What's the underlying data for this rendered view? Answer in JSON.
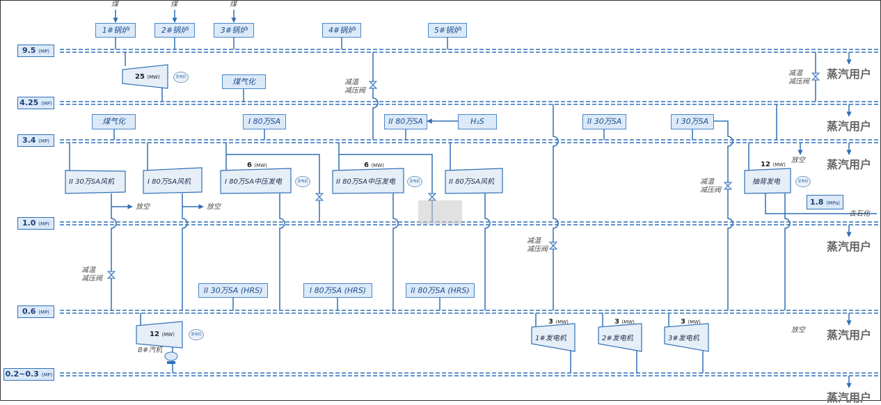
{
  "boilers": [
    {
      "label": "1#锅炉",
      "feed": "煤"
    },
    {
      "label": "2#锅炉",
      "feed": "煤"
    },
    {
      "label": "3#锅炉",
      "feed": "煤"
    },
    {
      "label": "4#锅炉",
      "feed": ""
    },
    {
      "label": "5#锅炉",
      "feed": ""
    }
  ],
  "pressures": [
    "9.5",
    "4.25",
    "3.4",
    "1.0",
    "0.6",
    "0.2~0.3"
  ],
  "unit_mp": "(MP)",
  "steam_user": "蒸汽用户",
  "equipment": {
    "coal_gas_1": "煤气化",
    "coal_gas_2": "煤气化",
    "sa_80_1": "I 80万SA",
    "sa_80_2": "II 80万SA",
    "h2s": "H₂S",
    "sa_30_2": "II 30万SA",
    "sa_30_1": "I 30万SA",
    "hrs_1": "II 30万SA (HRS)",
    "hrs_2": "I 80万SA (HRS)",
    "hrs_3": "II 80万SA (HRS)",
    "mpa_value": "1.8",
    "mpa_unit": "(MPa)"
  },
  "turbines": {
    "t25": {
      "value": "25",
      "unit": "(MW)"
    },
    "fan1": {
      "label": "II 30万SA风机"
    },
    "fan2": {
      "label": "I 80万SA风机"
    },
    "mid1": {
      "label": "I 80万SA中压发电",
      "value": "6",
      "unit": "(MW)"
    },
    "mid2": {
      "label": "II 80万SA中压发电",
      "value": "6",
      "unit": "(MW)"
    },
    "fan3": {
      "label": "II 80万SA风机"
    },
    "back": {
      "label": "抽背发电",
      "value": "12",
      "unit": "(MW)"
    },
    "t12b": {
      "value": "12",
      "unit": "(MW)"
    },
    "g1": {
      "label": "1#发电机",
      "value": "3",
      "unit": "(MW)"
    },
    "g2": {
      "label": "2#发电机",
      "value": "3",
      "unit": "(MW)"
    },
    "g3": {
      "label": "3#发电机",
      "value": "3",
      "unit": "(MW)"
    }
  },
  "generator_text": "发电机",
  "labels": {
    "prv": "减温\n减压阀",
    "vent": "放空",
    "vent_arrow": "→放空",
    "to_petro": "去石化",
    "b_turbine": "B#汽机"
  }
}
